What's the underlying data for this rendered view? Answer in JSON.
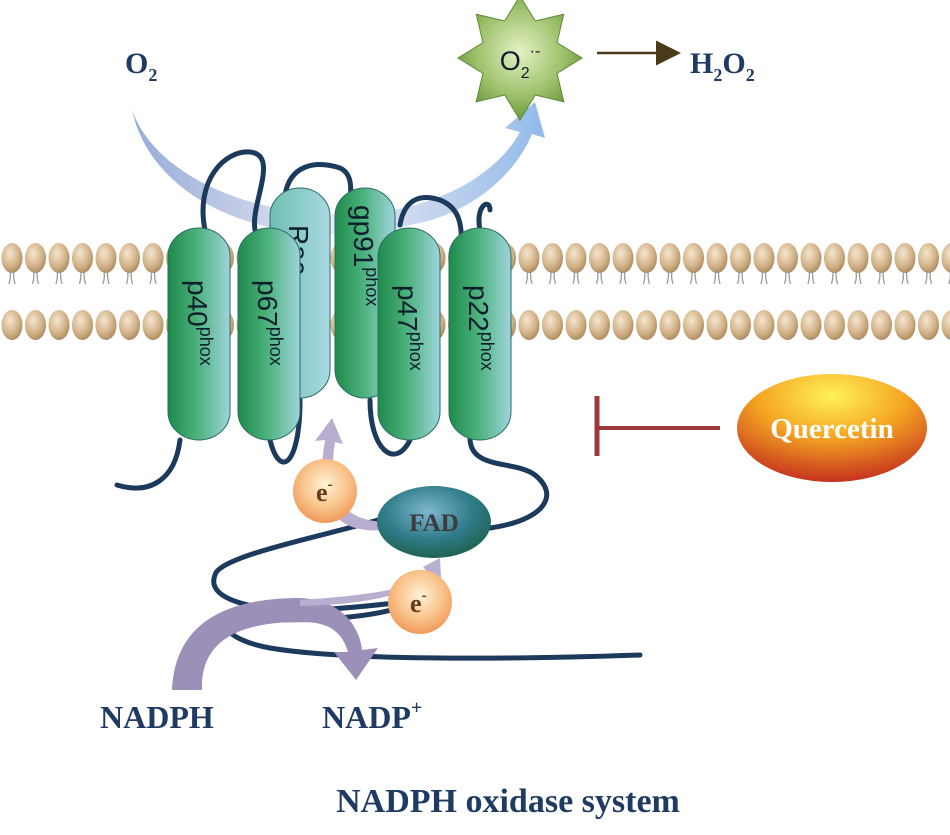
{
  "title": "NADPH oxidase system",
  "molecules": {
    "o2": {
      "base": "O",
      "sub": "2"
    },
    "superoxide": {
      "base": "O",
      "sub": "2",
      "sup": "·-"
    },
    "h2o2": {
      "h": "H",
      "sub1": "2",
      "o": "O",
      "sub2": "2"
    },
    "nadph": "NADPH",
    "nadp": {
      "base": "NADP",
      "sup": "+"
    },
    "fad": "FAD",
    "electron": {
      "base": "e",
      "sup": "-"
    },
    "quercetin": "Quercetin"
  },
  "subunits": [
    {
      "base": "p40",
      "sup": "phox"
    },
    {
      "base": "p67",
      "sup": "phox"
    },
    {
      "base": "Rac",
      "sup": ""
    },
    {
      "base": "gp91",
      "sup": "phox"
    },
    {
      "base": "p47",
      "sup": "phox"
    },
    {
      "base": "p22",
      "sup": "phox"
    }
  ],
  "colors": {
    "label": "#1f3b63",
    "inhibit": "#9b3a3a",
    "arrow_dark": "#4a3a1a",
    "membrane_head": "#c8a97e",
    "cylinder_green": "#2e9a5c",
    "cylinder_teal": "#8cc8d4",
    "chain": "#1b3a5c"
  }
}
